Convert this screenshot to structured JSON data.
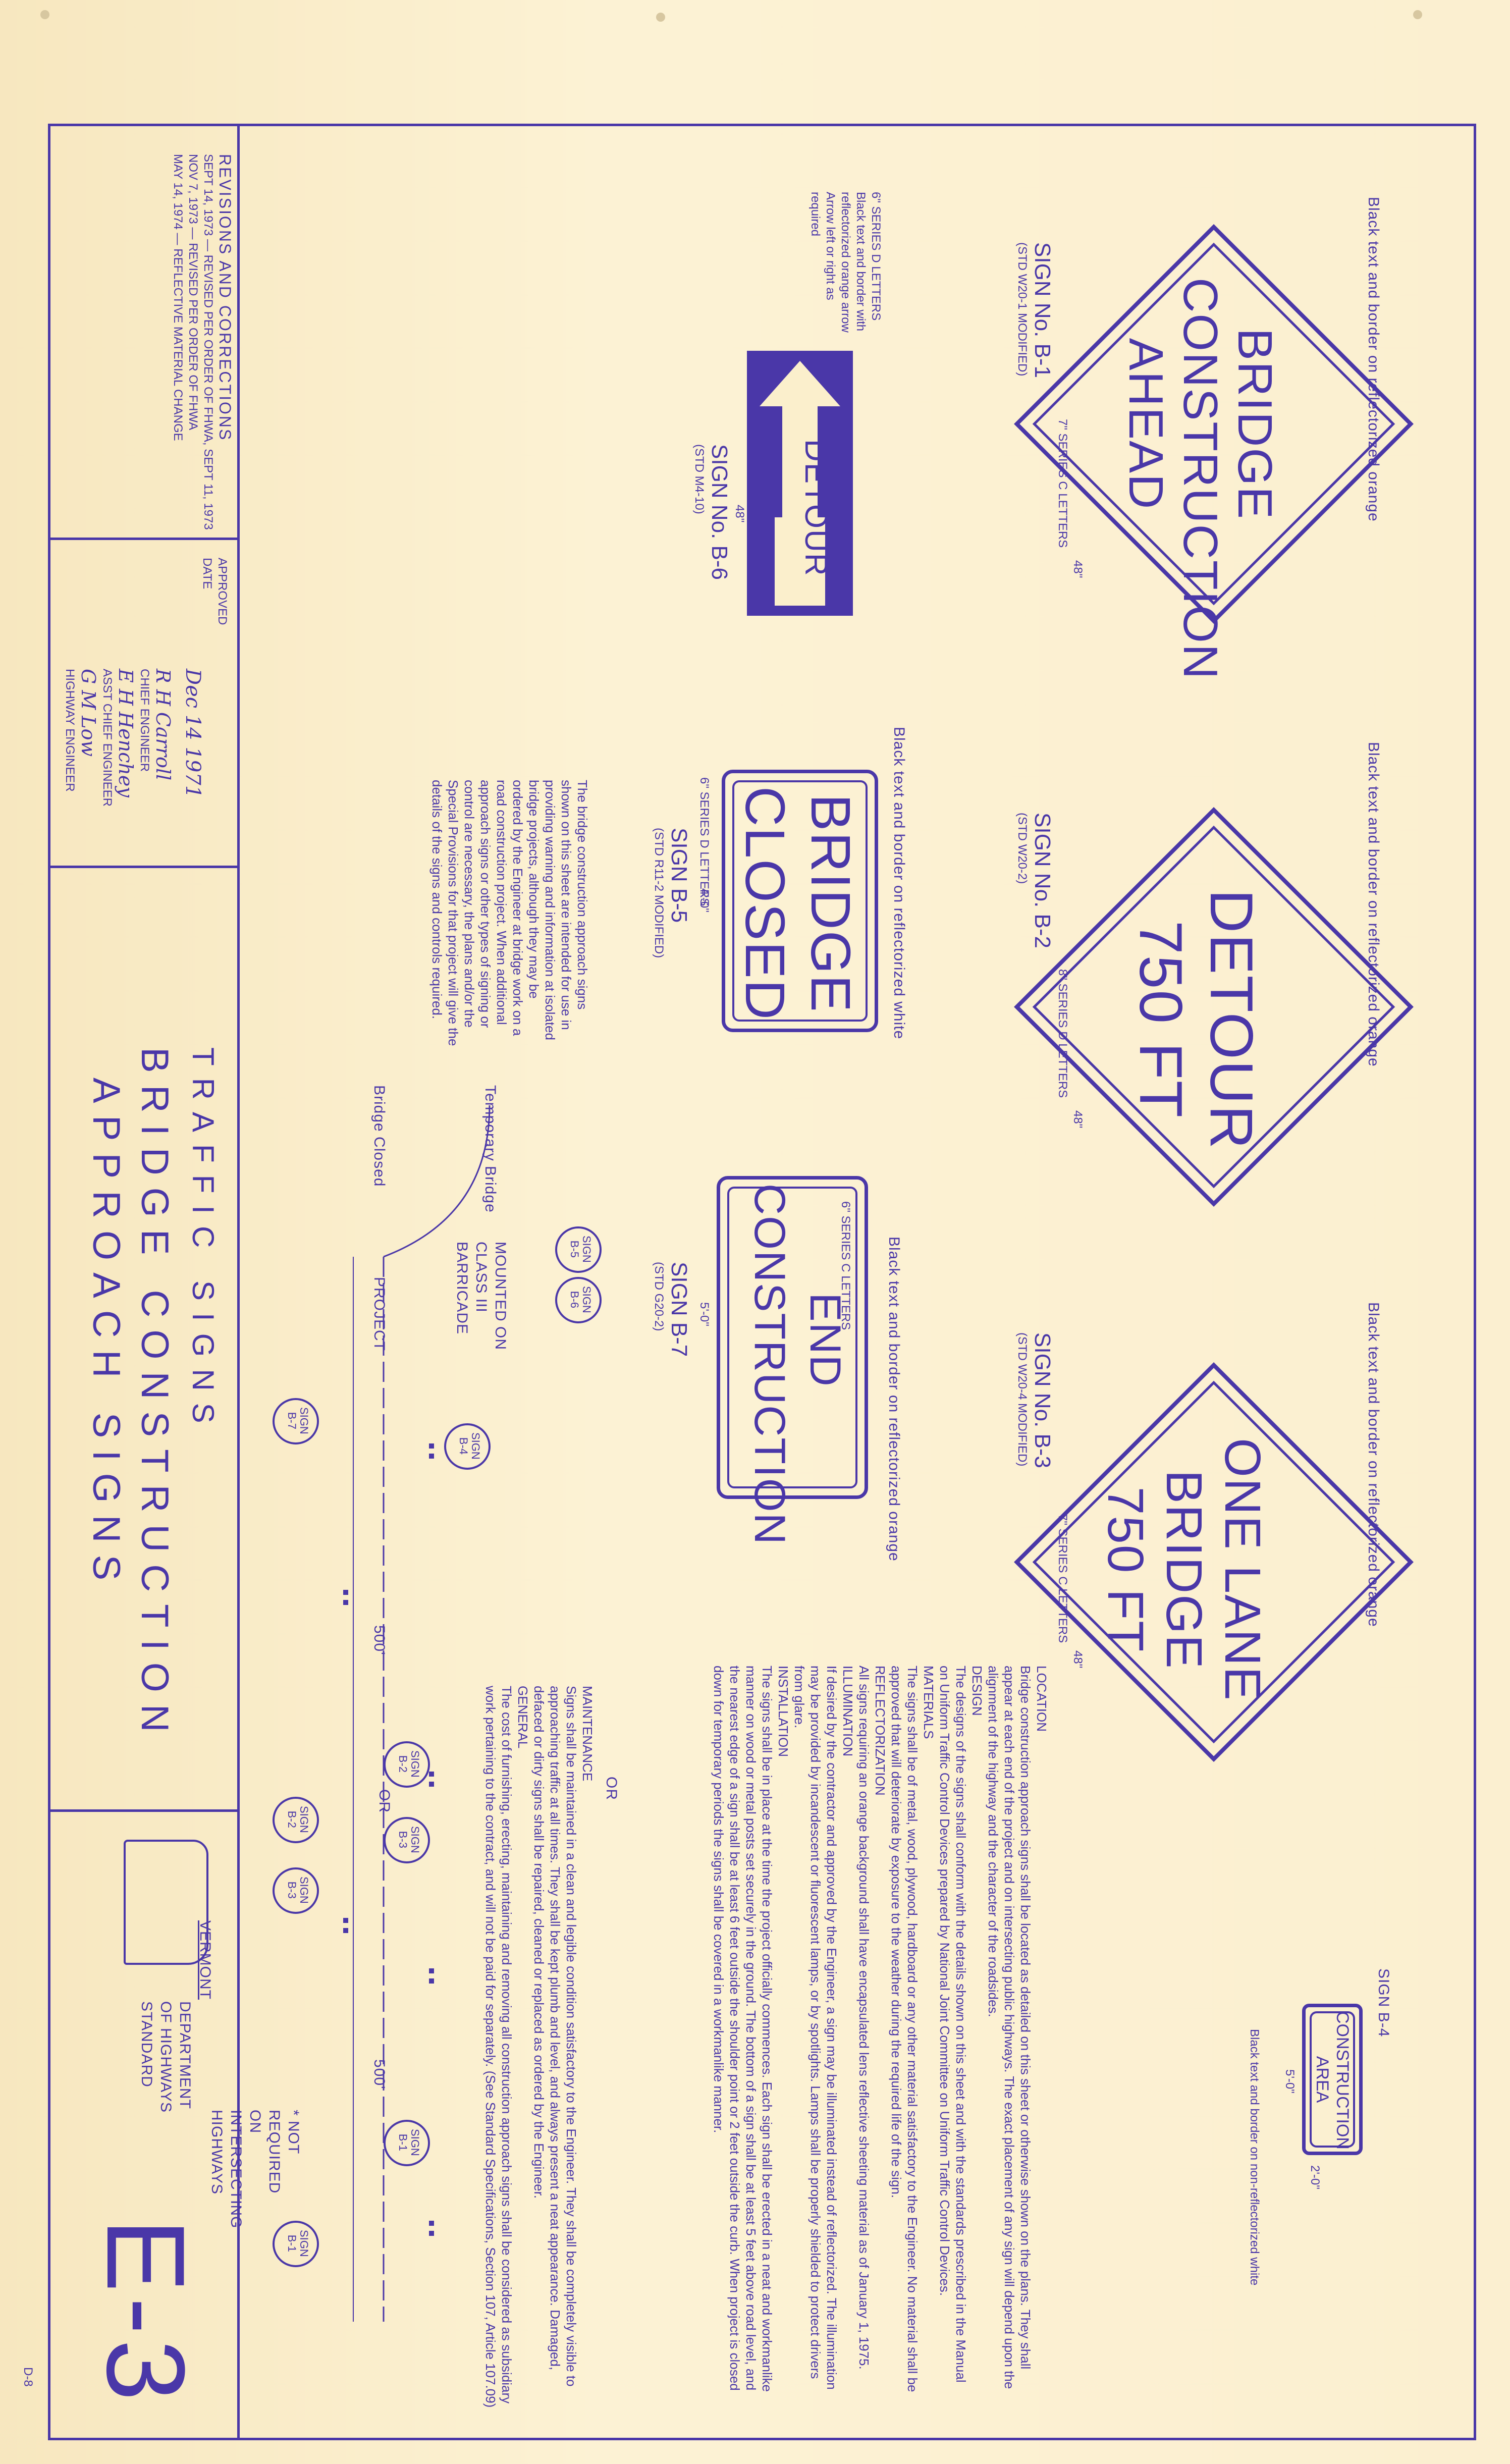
{
  "revisions": {
    "heading": "REVISIONS AND CORRECTIONS",
    "lines": [
      "SEPT 14, 1973 — REVISED PER ORDER OF FHWA, SEPT 11, 1973",
      "NOV 7, 1973 — REVISED PER ORDER OF FHWA",
      "MAY 14, 1974 — REFLECTIVE MATERIAL CHANGE"
    ]
  },
  "approval": {
    "approved_label": "APPROVED",
    "date_label": "DATE",
    "date_value": "Dec 14 1971",
    "chief_label": "CHIEF ENGINEER",
    "asst_label": "ASST CHIEF ENGINEER",
    "hwy_label": "HIGHWAY ENGINEER"
  },
  "title": {
    "line1": "TRAFFIC SIGNS",
    "line2": "BRIDGE CONSTRUCTION",
    "line3": "APPROACH SIGNS"
  },
  "agency": {
    "state": "VERMONT",
    "dept": "DEPARTMENT",
    "of": "OF HIGHWAYS",
    "standard": "STANDARD",
    "sheet": "E-3",
    "page": "D-8"
  },
  "signs": {
    "b1": {
      "lines": [
        "BRIDGE",
        "CONSTRUCTION",
        "AHEAD"
      ],
      "label": "SIGN No. B-1",
      "std": "(STD W20-1 MODIFIED)",
      "note": "Black text and border on reflectorized orange",
      "letters": "7\" SERIES C LETTERS",
      "size": "48\""
    },
    "b2": {
      "lines": [
        "DETOUR",
        "750 FT"
      ],
      "label": "SIGN No. B-2",
      "std": "(STD W20-2)",
      "note": "Black text and border on reflectorized orange",
      "letters": "8\" SERIES D LETTERS",
      "size": "48\""
    },
    "b3": {
      "lines": [
        "ONE LANE",
        "BRIDGE",
        "750 FT"
      ],
      "label": "SIGN No. B-3",
      "std": "(STD W20-4 MODIFIED)",
      "note": "Black text and border on reflectorized orange",
      "letters": "7\" SERIES C LETTERS",
      "size": "48\""
    },
    "b4": {
      "lines": [
        "CONSTRUCTION",
        "AREA"
      ],
      "label": "SIGN B-4",
      "note": "Black text and border on non-reflectorized white",
      "size": "5'-0\"",
      "height": "2'-0\""
    },
    "b5": {
      "lines": [
        "BRIDGE",
        "CLOSED"
      ],
      "label": "SIGN B-5",
      "std": "(STD R11-2 MODIFIED)",
      "note": "Black text and border on reflectorized white",
      "letters": "6\" SERIES D LETTERS",
      "size": "4'-0\""
    },
    "b6": {
      "text": "DETOUR",
      "label": "SIGN No. B-6",
      "std": "(STD M4-10)",
      "note": "Black text and border with reflectorized orange arrow",
      "letters": "6\" SERIES D LETTERS",
      "arrow": "Arrow left or right as required",
      "size": "48\""
    },
    "b7": {
      "lines": [
        "END",
        "CONSTRUCTION"
      ],
      "label": "SIGN B-7",
      "std": "(STD G20-2)",
      "note": "Black text and border on reflectorized orange",
      "letters": "6\" SERIES C LETTERS",
      "size": "5'-0\""
    }
  },
  "bridge_note": "The bridge construction approach signs shown on this sheet are intended for use in providing warning and information at isolated bridge projects, although they may be ordered by the Engineer at bridge work on a road construction project. When additional approach signs or other types of signing or control are necessary, the plans and/or the Special Provisions for that project will give the details of the signs and controls required.",
  "layout_labels": {
    "temp_bridge": "Temporary Bridge",
    "bridge_closed": "Bridge Closed",
    "project": "PROJECT",
    "mounted": "MOUNTED ON CLASS III BARRICADE",
    "d500a": "500'",
    "d500b": "500'",
    "not_required": "* NOT REQUIRED ON INTERSECTING HIGHWAYS",
    "or1": "OR",
    "or2": "OR"
  },
  "circles": [
    {
      "id": "c-b5",
      "l1": "SIGN",
      "l2": "B-5"
    },
    {
      "id": "c-b6",
      "l1": "SIGN",
      "l2": "B-6"
    },
    {
      "id": "c-b4",
      "l1": "SIGN",
      "l2": "B-4"
    },
    {
      "id": "c-b7",
      "l1": "SIGN",
      "l2": "B-7"
    },
    {
      "id": "c-b2a",
      "l1": "SIGN",
      "l2": "B-2"
    },
    {
      "id": "c-b3a",
      "l1": "SIGN",
      "l2": "B-3"
    },
    {
      "id": "c-b2b",
      "l1": "SIGN",
      "l2": "B-2"
    },
    {
      "id": "c-b3b",
      "l1": "SIGN",
      "l2": "B-3"
    },
    {
      "id": "c-b1a",
      "l1": "SIGN",
      "l2": "B-1"
    },
    {
      "id": "c-b1b",
      "l1": "SIGN",
      "l2": "B-1"
    }
  ],
  "notes": {
    "location_h": "LOCATION",
    "location": "Bridge construction approach signs shall be located as detailed on this sheet or otherwise shown on the plans. They shall appear at each end of the project and on intersecting public highways. The exact placement of any sign will depend upon the alignment of the highway and the character of the roadsides.",
    "design_h": "DESIGN",
    "design": "The designs of the signs shall conform with the details shown on this sheet and with the standards prescribed in the Manual on Uniform Traffic Control Devices prepared by National Joint Committee on Uniform Traffic Control Devices.",
    "materials_h": "MATERIALS",
    "materials": "The signs shall be of metal, wood, plywood, hardboard or any other material satisfactory to the Engineer. No material shall be approved that will deteriorate by exposure to the weather during the required life of the sign.",
    "reflect_h": "REFLECTORIZATION",
    "reflect": "All signs requiring an orange background shall have encapsulated lens reflective sheeting material as of January 1, 1975.",
    "illum_h": "ILLUMINATION",
    "illum": "If desired by the contractor and approved by the Engineer, a sign may be illuminated instead of reflectorized. The illumination may be provided by incandescent or fluorescent lamps, or by spotlights. Lamps shall be properly shielded to protect drivers from glare.",
    "install_h": "INSTALLATION",
    "install": "The signs shall be in place at the time the project officially commences. Each sign shall be erected in a neat and workmanlike manner on wood or metal posts set securely in the ground. The bottom of a sign shall be at least 5 feet above road level, and the nearest edge of a sign shall be at least 6 feet outside the shoulder point or 2 feet outside the curb. When project is closed down for temporary periods the signs shall be covered in a workmanlike manner.",
    "maint_h": "MAINTENANCE",
    "maint": "Signs shall be maintained in a clean and legible condition satisfactory to the Engineer. They shall be completely visible to approaching traffic at all times. They shall be kept plumb and level, and always present a neat appearance. Damaged, defaced or dirty signs shall be repaired, cleaned or replaced as ordered by the Engineer.",
    "general_h": "GENERAL",
    "general": "The cost of furnishing, erecting, maintaining and removing all construction approach signs shall be considered as subsidiary work pertaining to the contract, and will not be paid for separately. (See Standard Specifications, Section 107, Article 107.09)"
  }
}
